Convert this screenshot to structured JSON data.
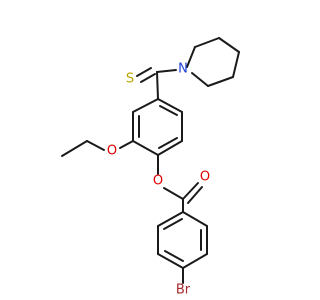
{
  "molecule": {
    "atoms": {
      "thione_sulfur": {
        "symbol": "S",
        "color": "#b8a600"
      },
      "piperidine_nitrogen": {
        "symbol": "N",
        "color": "#1f3fd6"
      },
      "ether_oxygen": {
        "symbol": "O",
        "color": "#e00000"
      },
      "ester_oxygen": {
        "symbol": "O",
        "color": "#e00000"
      },
      "carbonyl_oxygen": {
        "symbol": "O",
        "color": "#e00000"
      },
      "bromine": {
        "symbol": "Br",
        "color": "#a52a2a"
      }
    },
    "bond_color": "#1a1a1a",
    "background": "#ffffff"
  }
}
